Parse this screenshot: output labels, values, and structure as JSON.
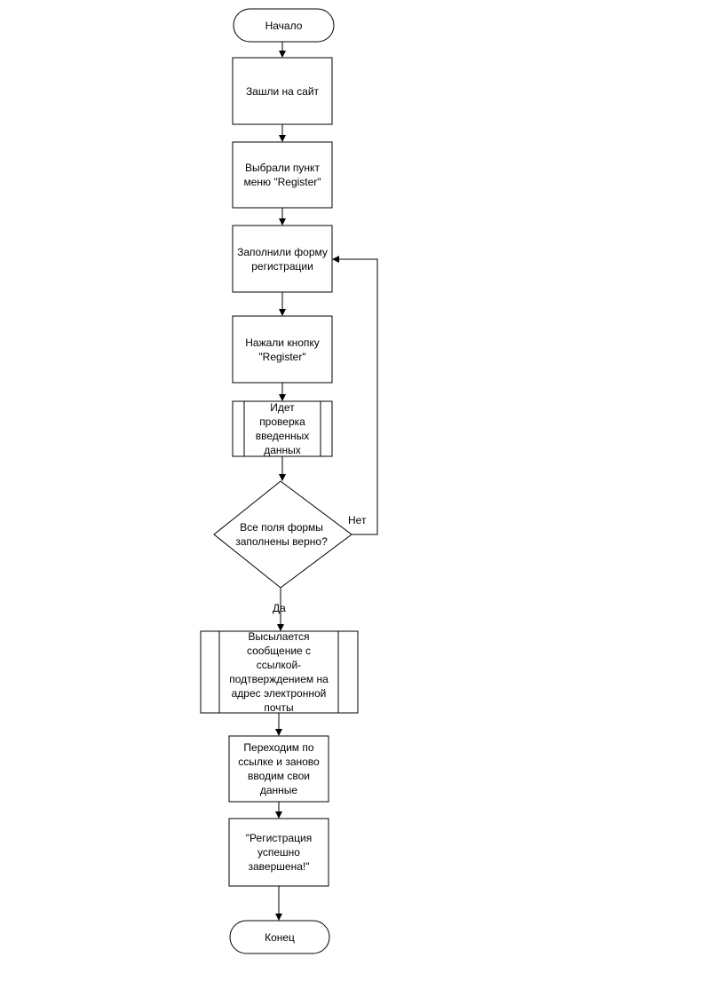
{
  "diagram": {
    "type": "flowchart",
    "nodes": {
      "start": "Начало",
      "visit_site": "Зашли на сайт",
      "choose_menu": "Выбрали пункт\nменю \"Register\"",
      "fill_form": "Заполнили форму\nрегистрации",
      "press_button": "Нажали кнопку\n\"Register\"",
      "validate": "Идет\nпроверка\nвведенных\nданных",
      "decision": "Все поля формы\nзаполнены верно?",
      "send_email": "Высылается\nсообщение с\nссылкой-\nподтверждением на\nадрес электронной\nпочты",
      "follow_link": "Переходим по\nссылке и заново\nвводим свои\nданные",
      "success": "\"Регистрация\nуспешно\nзавершена!\"",
      "end": "Конец"
    },
    "edge_labels": {
      "no": "Нет",
      "yes": "Да"
    }
  }
}
